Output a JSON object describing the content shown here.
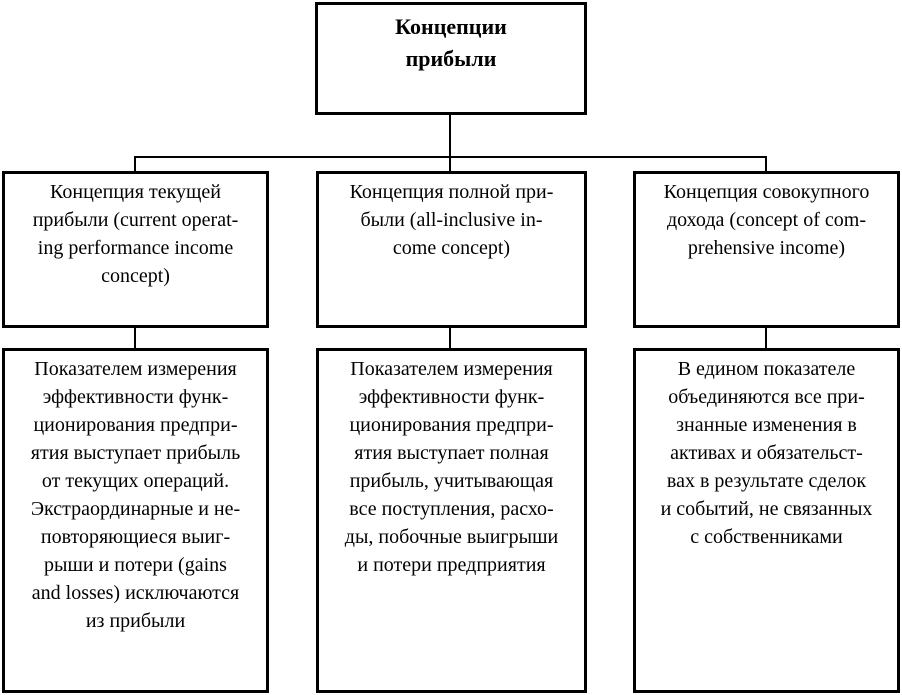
{
  "diagram": {
    "title": "Концепции\nприбыли",
    "colors": {
      "line": "#000000",
      "background": "#ffffff",
      "text": "#000000"
    },
    "columns": [
      {
        "id": "current-operating-performance",
        "concept": "Концепция текущей\nприбыли (current operat-\ning performance income\nconcept)",
        "description": "Показателем измерения\nэффективности функ-\nционирования предпри-\nятия выступает прибыль\nот текущих операций.\nЭкстраординарные и не-\nповторяющиеся выиг-\nрыши и потери (gains\nand losses) исключаются\nиз прибыли"
      },
      {
        "id": "all-inclusive-income",
        "concept": "Концепция полной при-\nбыли (all-inclusive in-\ncome concept)",
        "description": "Показателем измерения\nэффективности функ-\nционирования предпри-\nятия выступает полная\nприбыль, учитывающая\nвсе поступления, расхо-\nды, побочные выигрыши\nи потери предприятия"
      },
      {
        "id": "comprehensive-income",
        "concept": "Концепция совокупного\nдохода (concept of com-\nprehensive income)",
        "description": "В едином показателе\nобъединяются все при-\nзнанные изменения в\nактивах и обязательст-\nвах в результате сделок\nи событий, не связанных\nс собственниками"
      }
    ]
  }
}
